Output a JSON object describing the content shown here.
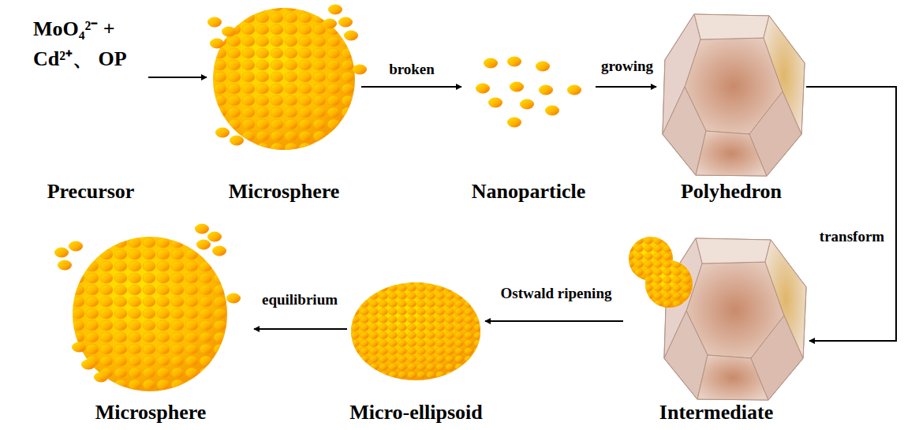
{
  "diagram": {
    "nodes": [
      {
        "text": [
          "MoO₄²⁻ + Cd²⁺、 OP",
          "Precursor"
        ]
      },
      {
        "text": [
          "Microsphere"
        ]
      },
      {
        "text": [
          "Nanoparticle"
        ]
      },
      {
        "text": [
          "Polyhedron"
        ]
      },
      {
        "text": [
          "Intermediate"
        ]
      },
      {
        "text": [
          "Micro-ellipsoid"
        ]
      },
      {
        "text": [
          "Microsphere"
        ]
      }
    ],
    "edges": [
      {
        "from": 0,
        "to": 1,
        "arrow": "to"
      },
      {
        "from": 1,
        "to": 2,
        "label": "broken",
        "arrow": "to"
      },
      {
        "from": 2,
        "to": 3,
        "label": "growing",
        "arrow": "to"
      },
      {
        "from": 3,
        "to": 4,
        "label": "transform",
        "arrow": "to"
      },
      {
        "from": 4,
        "to": 5,
        "label": "Ostwald ripening",
        "arrow": "to"
      },
      {
        "from": 5,
        "to": 6,
        "label": "equilibrium",
        "arrow": "to"
      }
    ]
  }
}
